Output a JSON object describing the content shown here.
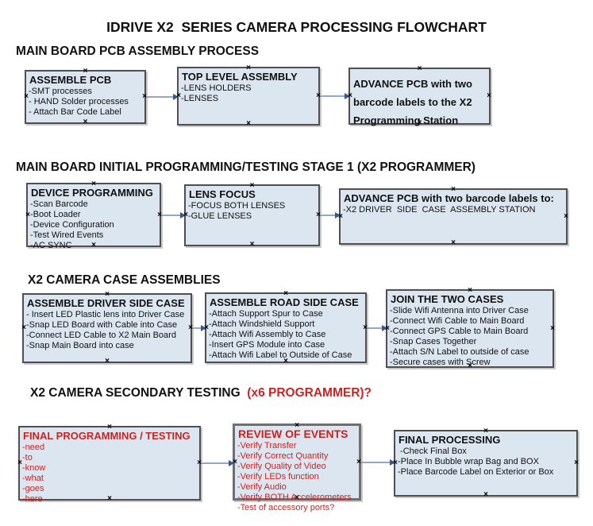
{
  "title": "IDRIVE X2  SERIES CAMERA PROCESSING FLOWCHART",
  "colors": {
    "red_text": "#cc2222",
    "box_fill": "#dce6f1",
    "box_border": "#4f4f4f",
    "arrow_line": "#94a7c4",
    "arrow_head": "#36578f",
    "black_text": "#111111"
  },
  "sections": [
    {
      "heading": {
        "text": "MAIN BOARD PCB ASSEMBLY PROCESS"
      },
      "boxes": [
        {
          "id": "a",
          "title": "ASSEMBLE PCB",
          "items": [
            "-SMT processes",
            "- HAND Solder processes",
            "- Attach Bar Code Label"
          ]
        },
        {
          "id": "b",
          "title": "TOP LEVEL ASSEMBLY",
          "items": [
            "-LENS HOLDERS",
            "-LENSES"
          ]
        },
        {
          "id": "c",
          "title": "ADVANCE PCB with two barcode labels to the  X2 Programming Station",
          "items": []
        }
      ]
    },
    {
      "heading": {
        "text": "MAIN BOARD INITIAL PROGRAMMING/TESTING STAGE 1 (X2 PROGRAMMER)"
      },
      "boxes": [
        {
          "id": "d",
          "title": "DEVICE PROGRAMMING",
          "items": [
            "-Scan Barcode",
            "-Boot Loader",
            "-Device Configuration",
            "-Test Wired Events",
            "-AC SYNC"
          ]
        },
        {
          "id": "e",
          "title": "LENS FOCUS",
          "items": [
            "-FOCUS BOTH LENSES",
            "-GLUE LENSES"
          ]
        },
        {
          "id": "f",
          "title": "ADVANCE PCB with two barcode labels to:",
          "items": [
            "-X2 DRIVER  SIDE  CASE  ASSEMBLY STATION"
          ]
        }
      ]
    },
    {
      "heading": {
        "text": "X2 CAMERA CASE ASSEMBLIES"
      },
      "boxes": [
        {
          "id": "g",
          "title": "ASSEMBLE DRIVER SIDE CASE",
          "items": [
            "- Insert LED Plastic lens into Driver Case",
            "-Snap LED Board with Cable into Case",
            "-Connect LED Cable to X2 Main Board",
            "-Snap Main Board into case"
          ]
        },
        {
          "id": "h",
          "title": "ASSEMBLE ROAD SIDE CASE",
          "items": [
            "-Attach Support Spur to Case",
            "-Attach Windshield Support",
            "-Attach Wifi Assembly to Case",
            "-Insert GPS Module into Case",
            "-Attach Wifi Label to Outside of Case"
          ]
        },
        {
          "id": "i",
          "title": "JOIN THE TWO CASES",
          "items": [
            "-Slide Wifi Antenna into Driver Case",
            "-Connect Wifi Cable to Main Board",
            "-Connect GPS Cable to Main Board",
            "-Snap Cases Together",
            "-Attach S/N Label to outside of case",
            "-Secure cases with Screw"
          ]
        }
      ]
    },
    {
      "heading": {
        "text": "X2 CAMERA SECONDARY TESTING  ",
        "suffix": "(x6 PROGRAMMER)?"
      },
      "boxes": [
        {
          "id": "j",
          "title": "FINAL PROGRAMMING / TESTING",
          "color": "red",
          "items": [
            "-need",
            "-to",
            "-know",
            "-what",
            "-goes",
            "-here"
          ]
        },
        {
          "id": "k",
          "title": "REVIEW OF EVENTS",
          "color": "red",
          "items": [
            "-Verify Transfer",
            "-Verify Correct Quantity",
            "-Verify Quality of Video",
            "-Verify LEDs function",
            "-Verify Audio",
            "-Verify BOTH Accelerometers",
            "-Test of accessory ports?"
          ]
        },
        {
          "id": "l",
          "title": "FINAL PROCESSING",
          "items": [
            " -Check Final Box",
            "-Place In Bubble wrap Bag and BOX",
            "-Place Barcode Label on Exterior or Box"
          ]
        }
      ]
    }
  ]
}
